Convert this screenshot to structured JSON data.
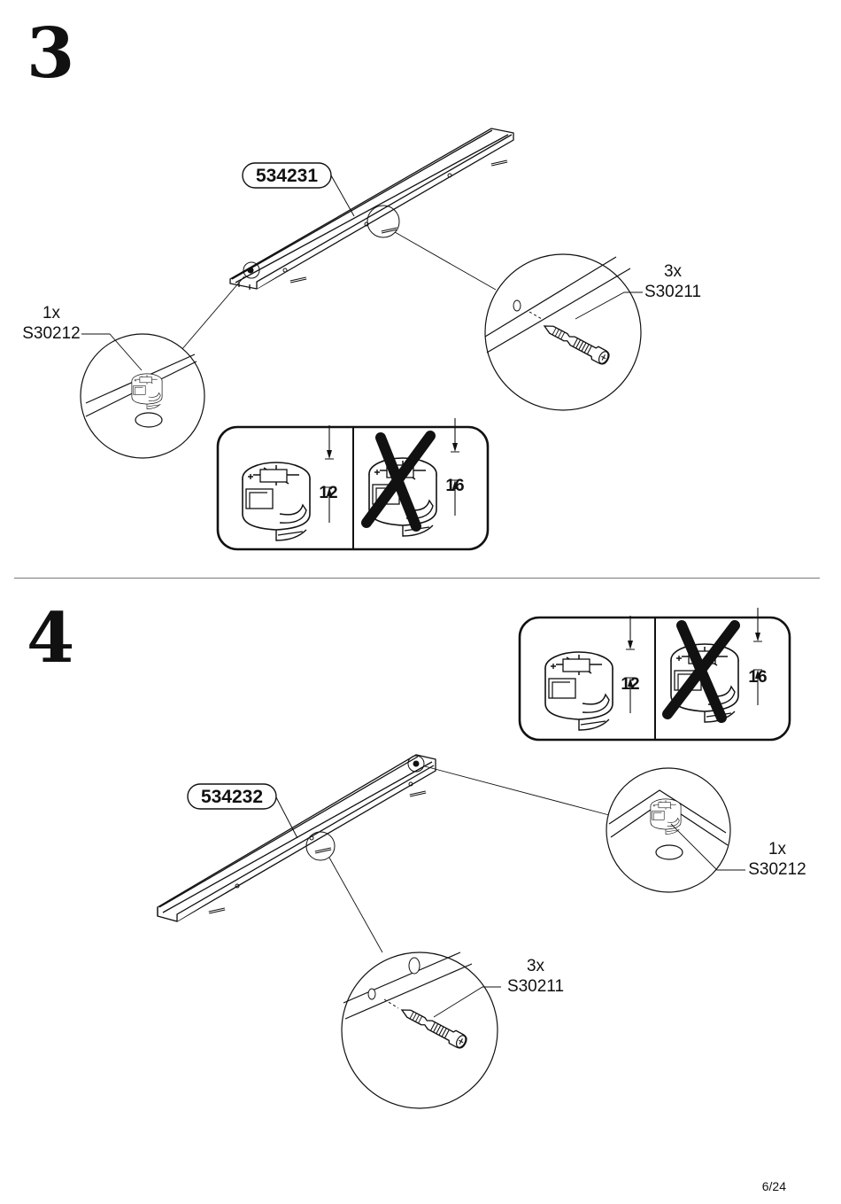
{
  "page_number": "6/24",
  "steps": [
    {
      "number": "3",
      "part_id": "534231",
      "cam_label": {
        "qty": "1x",
        "code": "S30212"
      },
      "dowel_label": {
        "qty": "3x",
        "code": "S30211"
      },
      "hint_box": {
        "correct_value": "12",
        "wrong_value": "16"
      }
    },
    {
      "number": "4",
      "part_id": "534232",
      "cam_label": {
        "qty": "1x",
        "code": "S30212"
      },
      "dowel_label": {
        "qty": "3x",
        "code": "S30211"
      },
      "hint_box": {
        "correct_value": "12",
        "wrong_value": "16"
      }
    }
  ]
}
